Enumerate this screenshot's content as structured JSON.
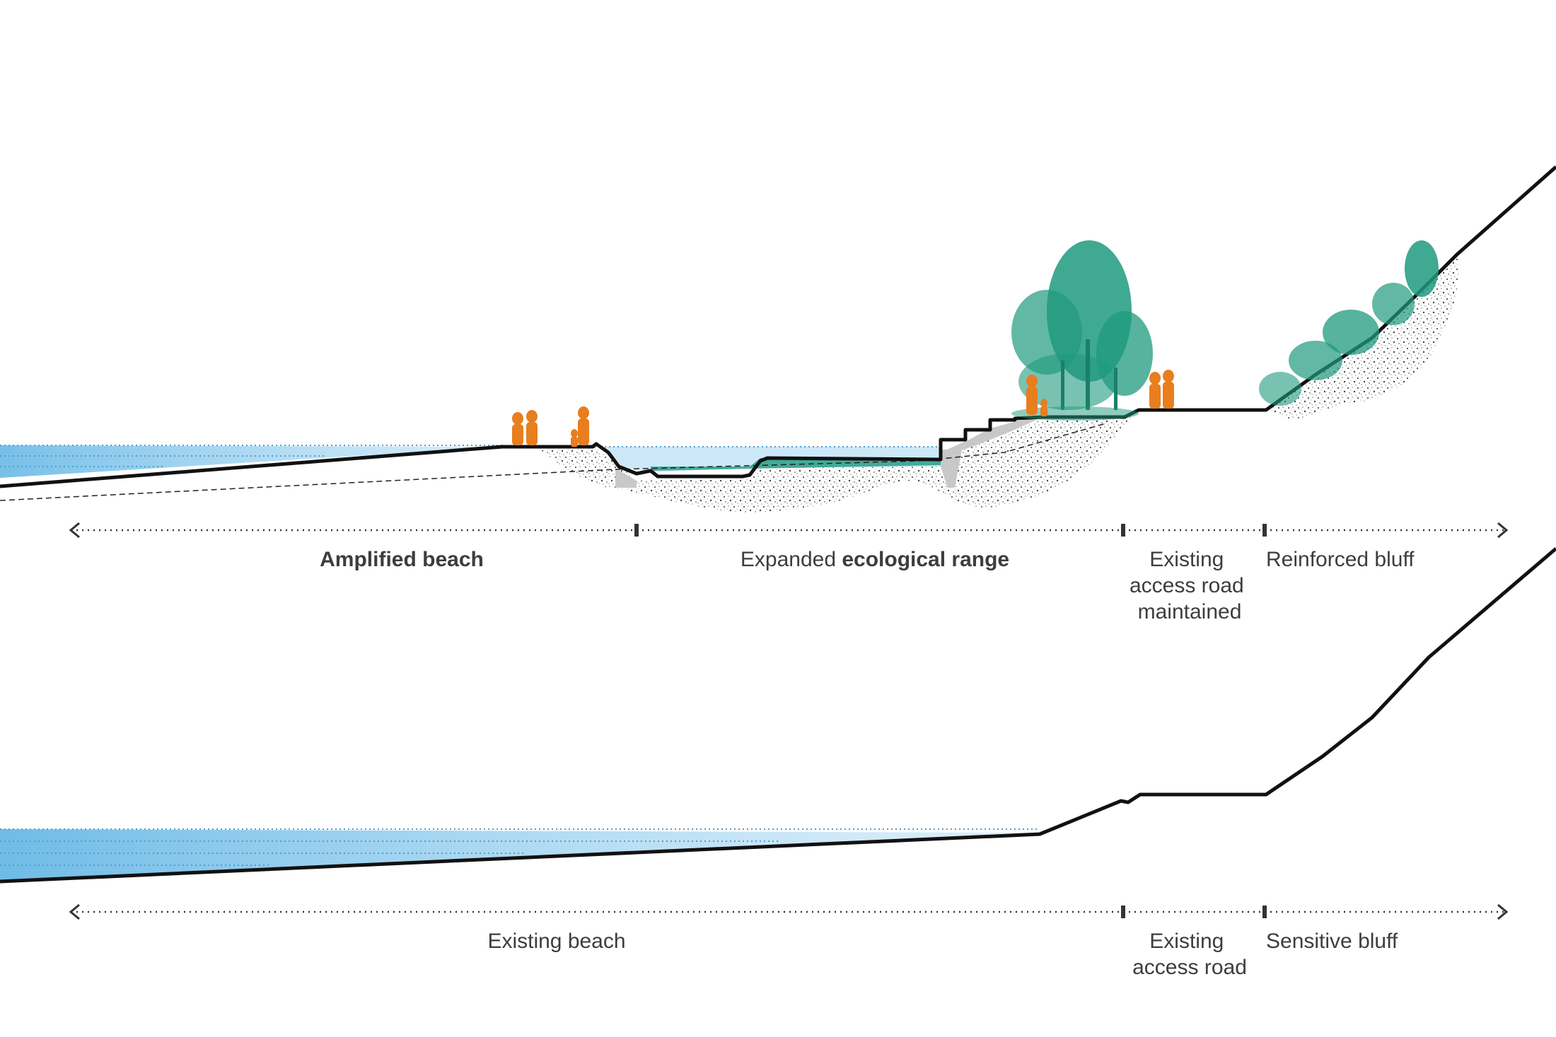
{
  "proposed_section": {
    "labels": {
      "amplified_beach": "Amplified beach",
      "ecological_range_prefix": "Expanded ",
      "ecological_range_bold": "ecological range",
      "access_road_line1": "Existing",
      "access_road_line2": "access road",
      "access_road_line3": "maintained",
      "bluff": "Reinforced bluff"
    }
  },
  "existing_section": {
    "labels": {
      "beach": "Existing beach",
      "access_road_line1": "Existing",
      "access_road_line2": "access road",
      "bluff": "Sensitive bluff"
    }
  },
  "colors": {
    "water": "#5fb4e4",
    "vegetation": "#1f9a7e",
    "people": "#e87e1e",
    "ground_line": "#111111",
    "label_text": "#3d3d3d"
  }
}
